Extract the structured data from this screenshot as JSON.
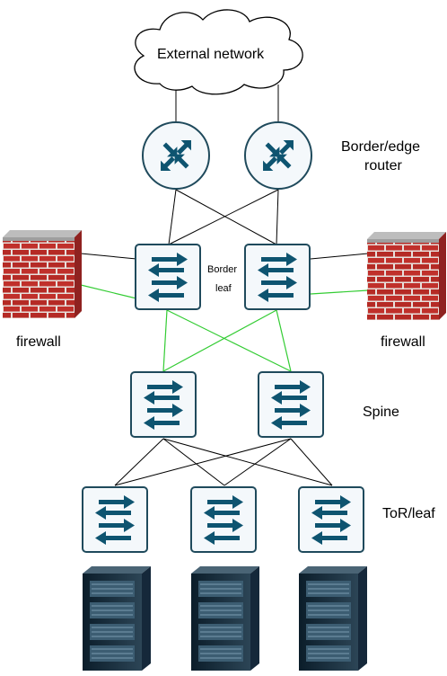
{
  "labels": {
    "cloud": "External network",
    "router_line1": "Border/edge",
    "router_line2": "router",
    "firewall_left": "firewall",
    "firewall_right": "firewall",
    "border_line1": "Border",
    "border_line2": "leaf",
    "spine": "Spine",
    "tor": "ToR/leaf"
  },
  "icons": {
    "router": "router-icon",
    "switch": "switch-icon",
    "firewall": "firewall-icon",
    "server": "server-rack-icon",
    "cloud": "cloud-icon"
  },
  "colors": {
    "device_fill": "#f4f8fb",
    "device_stroke": "#1f4a5c",
    "arrow": "#0e5470",
    "link_black": "#000000",
    "link_green": "#33cc33",
    "brick": "#c0302b",
    "mortar": "#e7e0dc"
  }
}
